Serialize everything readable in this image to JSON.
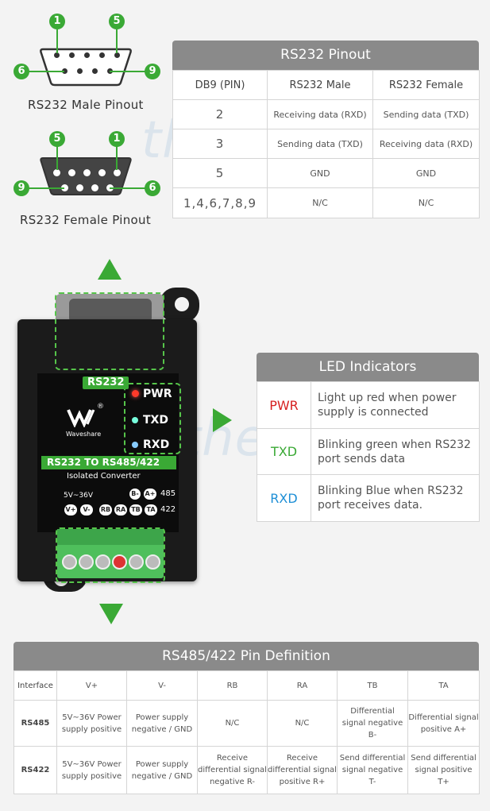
{
  "male_pinout": {
    "title": "RS232 Male Pinout",
    "badges": [
      "1",
      "5",
      "6",
      "9"
    ]
  },
  "female_pinout": {
    "title": "RS232 Female Pinout",
    "badges": [
      "5",
      "1",
      "9",
      "6"
    ]
  },
  "watermark": "thegioiic",
  "rs232_table": {
    "title": "RS232 Pinout",
    "headers": [
      "DB9 (PIN)",
      "RS232 Male",
      "RS232 Female"
    ],
    "rows": [
      [
        "2",
        "Receiving data (RXD)",
        "Sending data (TXD)"
      ],
      [
        "3",
        "Sending data (TXD)",
        "Receiving data (RXD)"
      ],
      [
        "5",
        "GND",
        "GND"
      ],
      [
        "1,4,6,7,8,9",
        "N/C",
        "N/C"
      ]
    ]
  },
  "device": {
    "rs232_label": "RS232",
    "brand": "Waveshare",
    "reg": "®",
    "leds": [
      "PWR",
      "TXD",
      "RXD"
    ],
    "product_line1": "RS232 TO RS485/422",
    "product_line2": "Isolated Converter",
    "voltage": "5V~36V",
    "chips_top": [
      "B-",
      "A+"
    ],
    "label_485": "485",
    "chips_bottom": [
      "V+",
      "V-",
      "RB",
      "RA",
      "TB",
      "TA"
    ],
    "label_422": "422"
  },
  "led_table": {
    "title": "LED Indicators",
    "rows": [
      {
        "name": "PWR",
        "color": "#d62020",
        "desc": "Light up red when power supply is connected"
      },
      {
        "name": "TXD",
        "color": "#3aa935",
        "desc": "Blinking green when RS232 port sends data"
      },
      {
        "name": "RXD",
        "color": "#1e8fd6",
        "desc": "Blinking Blue when RS232 port receives data."
      }
    ]
  },
  "def_table": {
    "title": "RS485/422 Pin Definition",
    "headers": [
      "Interface",
      "V+",
      "V-",
      "RB",
      "RA",
      "TB",
      "TA"
    ],
    "rows": [
      [
        "RS485",
        "5V~36V Power supply positive",
        "Power supply negative / GND",
        "N/C",
        "N/C",
        "Differential signal negative B-",
        "Differential signal positive A+"
      ],
      [
        "RS422",
        "5V~36V Power supply positive",
        "Power supply negative / GND",
        "Receive differential signal negative R-",
        "Receive differential signal positive R+",
        "Send differential signal negative T-",
        "Send differential signal positive T+"
      ]
    ]
  },
  "colors": {
    "accent_green": "#3aa935",
    "header_gray": "#8a8a8a"
  }
}
